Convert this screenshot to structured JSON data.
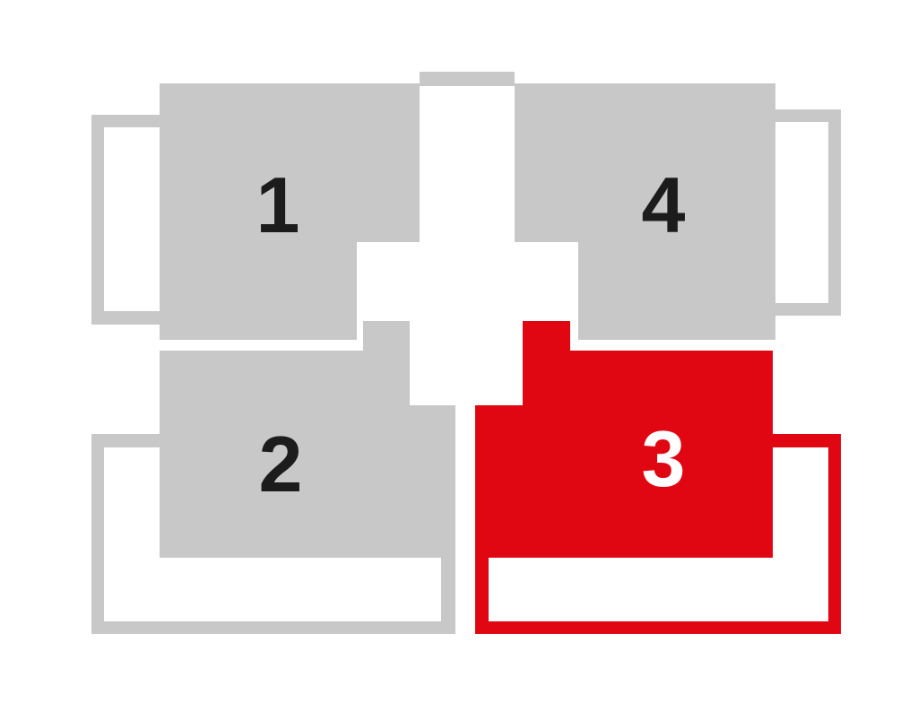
{
  "diagram": {
    "colors": {
      "background": "#ffffff",
      "inactive_fill": "#c8c8c8",
      "inactive_text": "#1c1c1c",
      "active_fill": "#e10712",
      "active_text": "#ffffff"
    },
    "units": [
      {
        "id": "1",
        "label": "1",
        "active": false
      },
      {
        "id": "2",
        "label": "2",
        "active": false
      },
      {
        "id": "3",
        "label": "3",
        "active": true
      },
      {
        "id": "4",
        "label": "4",
        "active": false
      }
    ]
  }
}
